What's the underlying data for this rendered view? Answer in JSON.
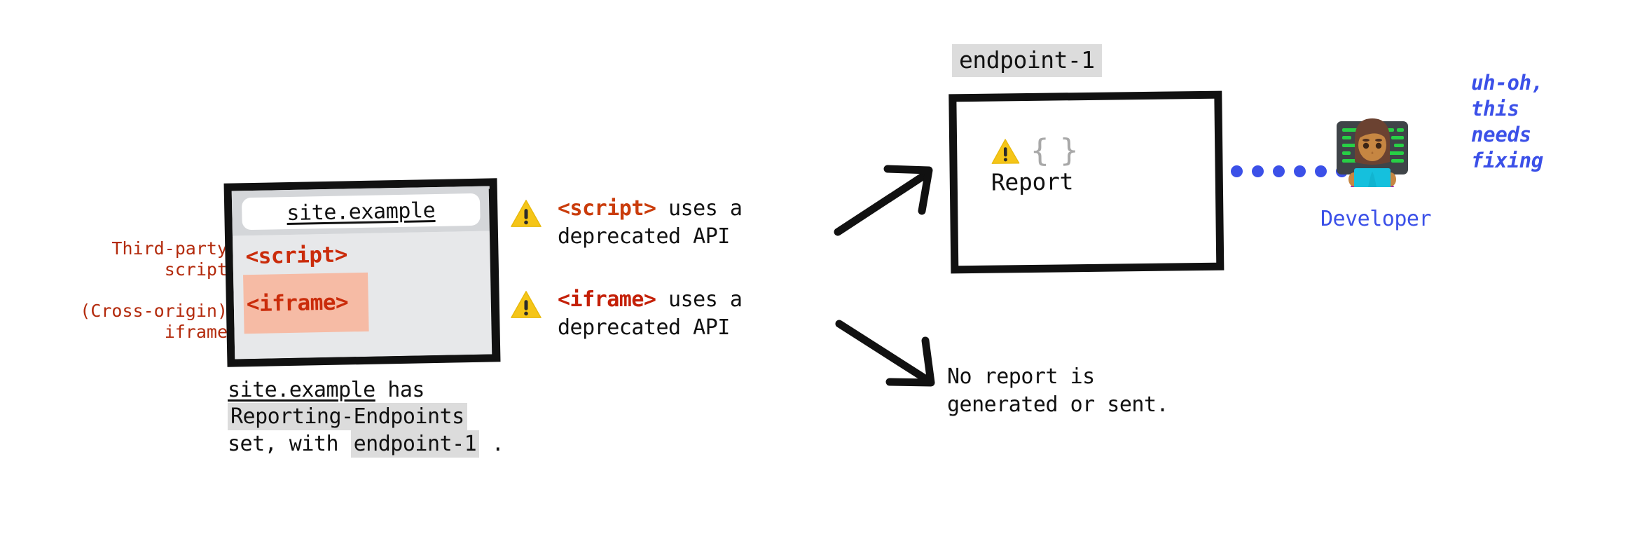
{
  "diagram": {
    "title": "Reporting API — third-party script vs cross-origin iframe",
    "colors": {
      "tag_red": "#ca2c0b",
      "label_red": "#b32a0c",
      "developer_blue": "#3b50e8",
      "warning_yellow": "#f5c518",
      "iframe_highlight": "#f6bba5",
      "code_chip_gray": "#dcdcdc",
      "browser_body_gray": "#e7e8ea",
      "outline_black": "#111111"
    }
  },
  "side_labels": [
    {
      "line1": "Third-party",
      "line2": "script"
    },
    {
      "line1": "(Cross-origin)",
      "line2": "iframe"
    }
  ],
  "browser": {
    "url": "site.example",
    "script_tag": "<script>",
    "iframe_tag": "<iframe>"
  },
  "caption": {
    "site": "site.example",
    "has": " has",
    "header": "Reporting-Endpoints",
    "set_with": "set, with ",
    "endpoint": "endpoint-1",
    "period": " ."
  },
  "warnings": [
    {
      "icon": "warning-triangle-icon",
      "tag": "<script>",
      "rest": " uses a",
      "line2": "deprecated API"
    },
    {
      "icon": "warning-triangle-icon",
      "tag": "<iframe>",
      "rest": " uses a",
      "line2": "deprecated API"
    }
  ],
  "endpoint_box": {
    "label": "endpoint-1",
    "warning_icon": "warning-triangle-icon",
    "json_icon": "curly-braces-icon",
    "braces": "{ }",
    "report_label": "Report"
  },
  "no_report": {
    "line1": "No report is",
    "line2": "generated or sent."
  },
  "connector": {
    "icon": "dotted-line-connector",
    "dot_count": 6
  },
  "developer": {
    "emoji_icon": "woman-technologist-emoji",
    "label": "Developer",
    "speech": [
      "uh-oh,",
      "this",
      "needs",
      "fixing"
    ]
  },
  "arrows": {
    "up": "arrow-up-right-icon",
    "down": "arrow-down-right-icon"
  }
}
